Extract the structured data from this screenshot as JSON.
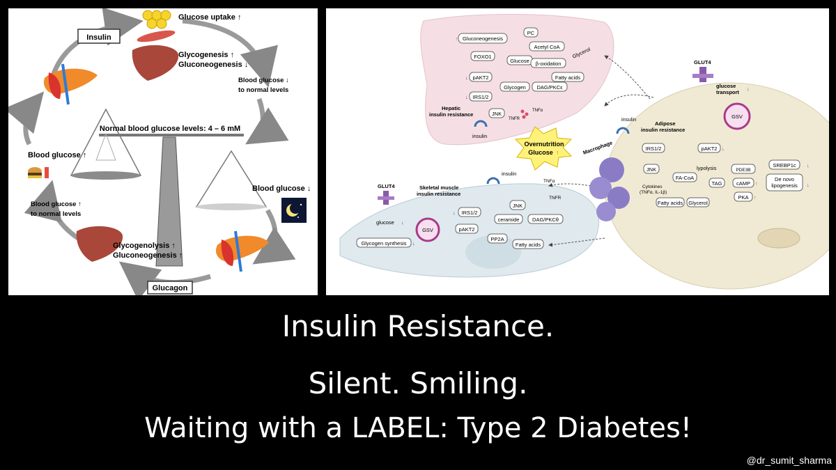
{
  "left_diagram": {
    "insulin": "Insulin",
    "glucose_uptake": "Glucose uptake ↑",
    "glycogenesis": "Glycogenesis ↑",
    "gluconeogenesis_down": "Gluconeogenesis ↓",
    "blood_glucose_down_1": "Blood glucose ↓",
    "to_normal_1": "to normal levels",
    "normal_levels": "Normal blood glucose levels: 4 – 6 mM",
    "blood_glucose_up": "Blood glucose ↑",
    "blood_glucose_down_2": "Blood glucose ↓",
    "blood_glucose_up_2": "Blood glucose ↑",
    "to_normal_2": "to normal levels",
    "glycogenolysis": "Glycogenolysis ↑",
    "gluconeogenesis_up": "Gluconeogenesis ↑",
    "glucagon": "Glucagon"
  },
  "right_diagram": {
    "gluconeogenesis": "Gluconeogenesis",
    "pc": "PC",
    "acetyl_coa": "Acetyl CoA",
    "glycerol_liver": "Glycerol",
    "foxo1": "FOXO1",
    "glucose_liver": "Glucose",
    "beta_oxidation": "β-oxidation",
    "pakt2_liver": "pAKT2",
    "fatty_acids_liver": "Fatty acids",
    "glycogen_liver": "Glycogen",
    "dag_pkce": "DAG/PKCε",
    "irs_liver": "IRS1/2",
    "hepatic_ir_1": "Hepatic",
    "hepatic_ir_2": "insulin resistance",
    "jnk_liver": "JNK",
    "tnfr_liver": "TNFR",
    "tnfa_liver": "TNFα",
    "insulin_liver": "insulin",
    "glut4_adipose": "GLUT4",
    "glucose_transport_1": "glucose",
    "glucose_transport_2": "transport",
    "gsv_adipose": "GSV",
    "insulin_adipose": "insulin",
    "adipose_ir_1": "Adipose",
    "adipose_ir_2": "insulin resistance",
    "overnutrition": "Overnutrition",
    "glucose_star": "Glucose",
    "macrophage": "Macrophage",
    "irs_adipose": "IRS1/2",
    "pakt2_adipose": "pAKT2",
    "jnk_adipose": "JNK",
    "fa_coa": "FA-CoA",
    "lypolysis": "lypolysis",
    "tag": "TAG",
    "pde3b": "PDE3B",
    "camp": "cAMP",
    "pka": "PKA",
    "srebp1c": "SREBP1c",
    "de_novo_1": "De novo",
    "de_novo_2": "lipogenesis",
    "cytokines_1": "Cytokines",
    "cytokines_2": "(TNFα, IL-1β)",
    "fatty_acids_adipose": "Fatty acids",
    "glycerol_adipose": "Glycerol",
    "insulin_muscle": "insulin",
    "tnfa_muscle": "TNFα",
    "tnfr_muscle": "TNFR",
    "glut4_muscle": "GLUT4",
    "skeletal_ir_1": "Skeletal muscle",
    "skeletal_ir_2": "insulin resistance",
    "glucose_muscle": "glucose",
    "gsv_muscle": "GSV",
    "glycogen_synthesis": "Glycogen synthesis",
    "irs_muscle": "IRS1/2",
    "jnk_muscle": "JNK",
    "ceramide": "ceramide",
    "dag_pkctheta": "DAG/PKCθ",
    "pakt2_muscle": "pAKT2",
    "pp2a": "PP2A",
    "fatty_acids_muscle": "Fatty acids"
  },
  "caption": {
    "line1": "Insulin Resistance.",
    "line2": "Silent. Smiling.",
    "line3": "Waiting with a LABEL: Type 2 Diabetes!"
  },
  "handle": "@dr_sumit_sharma",
  "colors": {
    "background": "#000000",
    "liver_tissue": "#f5dfe4",
    "adipose_tissue": "#f0ead4",
    "muscle_tissue": "#dfe9ee",
    "star": "#fff27a",
    "up_arrow": "#e0592a",
    "down_arrow": "#3a4fb8"
  }
}
